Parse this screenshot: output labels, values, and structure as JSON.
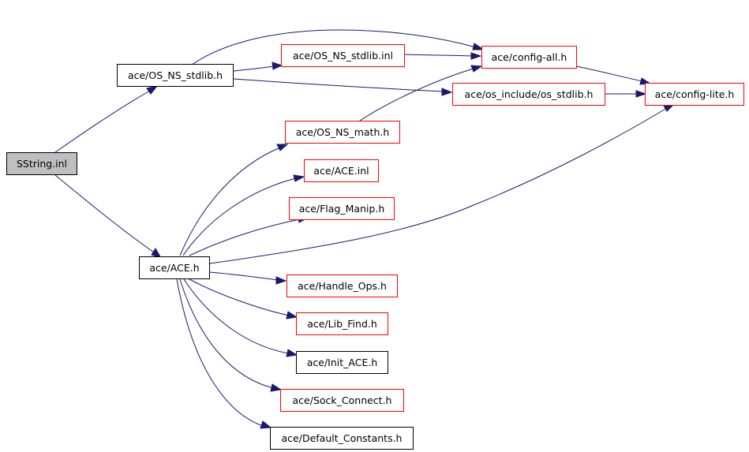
{
  "nodes": {
    "sstring_inl": "SString.inl",
    "os_ns_stdlib_h": "ace/OS_NS_stdlib.h",
    "os_ns_stdlib_inl": "ace/OS_NS_stdlib.inl",
    "config_all_h": "ace/config-all.h",
    "os_stdlib_h": "ace/os_include/os_stdlib.h",
    "config_lite_h": "ace/config-lite.h",
    "os_ns_math_h": "ace/OS_NS_math.h",
    "ace_inl": "ace/ACE.inl",
    "flag_manip_h": "ace/Flag_Manip.h",
    "ace_h": "ace/ACE.h",
    "handle_ops_h": "ace/Handle_Ops.h",
    "lib_find_h": "ace/Lib_Find.h",
    "init_ace_h": "ace/Init_ACE.h",
    "sock_connect_h": "ace/Sock_Connect.h",
    "default_constants_h": "ace/Default_Constants.h"
  },
  "colors": {
    "edge": "#191970",
    "documented_border": "#000000",
    "undocumented_border": "#ff0000",
    "root_fill": "#bfbfbf"
  }
}
